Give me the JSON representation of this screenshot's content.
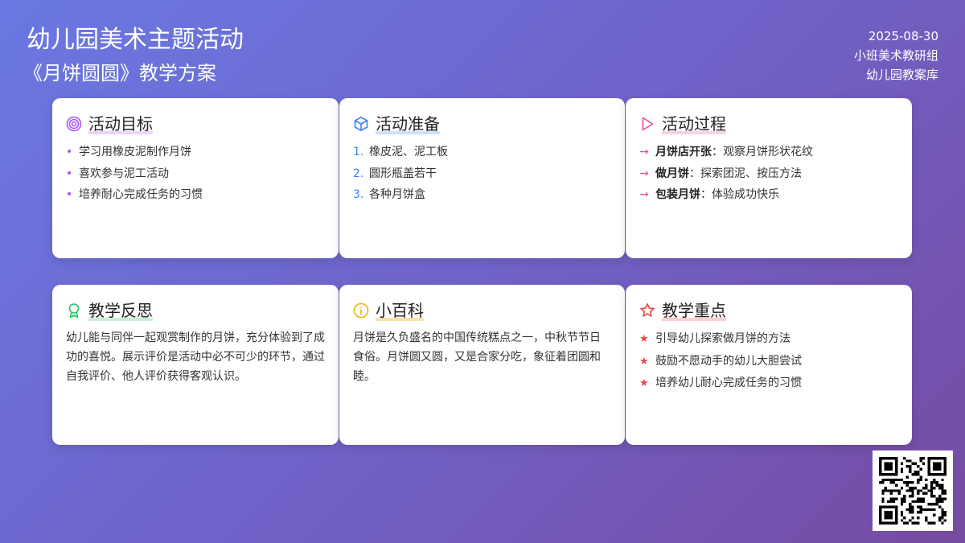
{
  "header": {
    "title": "幼儿园美术主题活动",
    "subtitle": "《月饼圆圆》教学方案",
    "date": "2025-08-30",
    "group": "小班美术教研组",
    "library": "幼儿园教案库"
  },
  "cards": {
    "goals": {
      "title": "活动目标",
      "icon": "target-icon",
      "items": [
        "学习用橡皮泥制作月饼",
        "喜欢参与泥工活动",
        "培养耐心完成任务的习惯"
      ]
    },
    "prep": {
      "title": "活动准备",
      "icon": "cube-icon",
      "items": [
        {
          "num": "1.",
          "text": "橡皮泥、泥工板"
        },
        {
          "num": "2.",
          "text": "圆形瓶盖若干"
        },
        {
          "num": "3.",
          "text": "各种月饼盒"
        }
      ]
    },
    "process": {
      "title": "活动过程",
      "icon": "play-icon",
      "items": [
        {
          "bold": "月饼店开张",
          "text": "：观察月饼形状花纹"
        },
        {
          "bold": "做月饼",
          "text": "：探索团泥、按压方法"
        },
        {
          "bold": "包装月饼",
          "text": "：体验成功快乐"
        }
      ]
    },
    "reflection": {
      "title": "教学反思",
      "icon": "award-icon",
      "text": "幼儿能与同伴一起观赏制作的月饼，充分体验到了成功的喜悦。展示评价是活动中必不可少的环节，通过自我评价、他人评价获得客观认识。"
    },
    "wiki": {
      "title": "小百科",
      "icon": "info-icon",
      "text": "月饼是久负盛名的中国传统糕点之一，中秋节节日食俗。月饼圆又圆，又是合家分吃，象征着团圆和睦。"
    },
    "focus": {
      "title": "教学重点",
      "icon": "star-icon",
      "items": [
        "引导幼儿探索做月饼的方法",
        "鼓励不愿动手的幼儿大胆尝试",
        "培养幼儿耐心完成任务的习惯"
      ]
    }
  },
  "markers": {
    "dot": "•",
    "arrow": "→",
    "star": "★"
  },
  "colors": {
    "background_start": "#6a78e2",
    "background_end": "#764ba2",
    "purple": "#a855f7",
    "blue": "#3b82f6",
    "pink": "#ec4899",
    "green": "#22c55e",
    "yellow": "#eab308",
    "red": "#ef4444"
  },
  "qr_code": {
    "icon": "qr-code-icon"
  }
}
